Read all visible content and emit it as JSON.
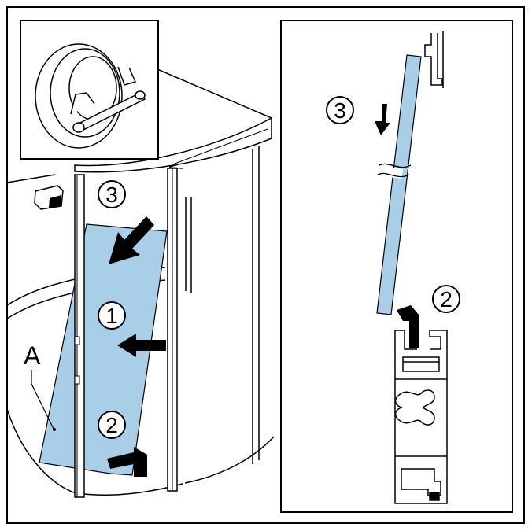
{
  "labels": {
    "part_a": "A",
    "step_1": "1",
    "step_2": "2",
    "step_3": "3"
  },
  "colors": {
    "glass": "#a9cfe8",
    "outline": "#000000",
    "background": "#ffffff"
  },
  "icons": {
    "detail": "wall-mount-bracket-icon",
    "arrow": "bold-arrow-icon"
  }
}
